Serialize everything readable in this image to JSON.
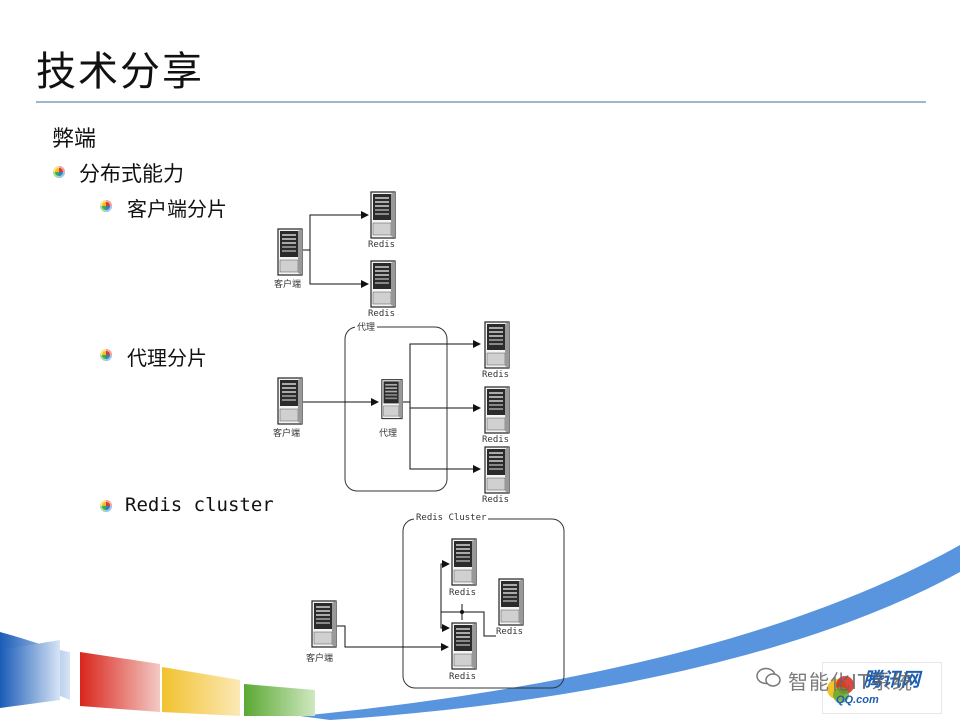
{
  "slide": {
    "title": "技术分享",
    "heading": "弊端",
    "bullet1": "分布式能力",
    "sub": [
      {
        "label": "客户端分片"
      },
      {
        "label": "代理分片"
      },
      {
        "label": "Redis cluster"
      }
    ]
  },
  "diagram1": {
    "client": "客户端",
    "server_top": "Redis",
    "server_bottom": "Redis"
  },
  "diagram2": {
    "group": "代理",
    "client": "客户端",
    "proxy": "代理",
    "servers": [
      "Redis",
      "Redis",
      "Redis"
    ]
  },
  "diagram3": {
    "group": "Redis Cluster",
    "client": "客户端",
    "servers": [
      "Redis",
      "Redis",
      "Redis"
    ]
  },
  "footer": {
    "watermark": "智能化IT系统",
    "logo_text": "腾讯网",
    "logo_url": "QQ.com"
  },
  "colors": {
    "rule": "#9fb6cc",
    "blue": "#2e6fc0",
    "red": "#d9261c",
    "yellow": "#f2c12e",
    "green": "#5aa832"
  }
}
